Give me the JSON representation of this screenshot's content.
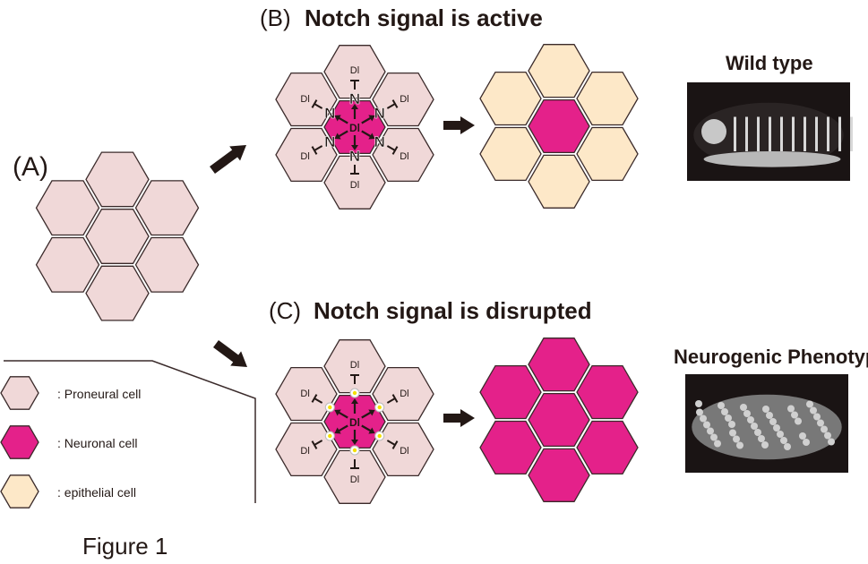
{
  "figure": {
    "caption": "Figure 1",
    "colors": {
      "proneural": "#f0d8d8",
      "neuronal": "#e4218a",
      "epithelial": "#fde8c8",
      "stroke": "#3a2a2a",
      "text": "#231815"
    }
  },
  "panel_a": {
    "label": "(A)"
  },
  "panel_b": {
    "label": "(B)",
    "title": "Notch signal is active",
    "center_label": "Dl",
    "receptor_label": "N",
    "ligand_label": "Dl",
    "result_cells": [
      "epithelial",
      "epithelial",
      "epithelial",
      "neuronal",
      "epithelial",
      "epithelial",
      "epithelial"
    ]
  },
  "panel_c": {
    "label": "(C)",
    "title": "Notch signal is disrupted",
    "center_label": "Dl",
    "ligand_label": "Dl",
    "result_cells": [
      "neuronal",
      "neuronal",
      "neuronal",
      "neuronal",
      "neuronal",
      "neuronal",
      "neuronal"
    ]
  },
  "photos": {
    "wild_type": "Wild type",
    "neurogenic": "Neurogenic Phenotype"
  },
  "legend": {
    "items": [
      {
        "type": "proneural",
        "label": ":  Proneural cell"
      },
      {
        "type": "neuronal",
        "label": ":  Neuronal cell"
      },
      {
        "type": "epithelial",
        "label": ":  epithelial cell"
      }
    ]
  }
}
